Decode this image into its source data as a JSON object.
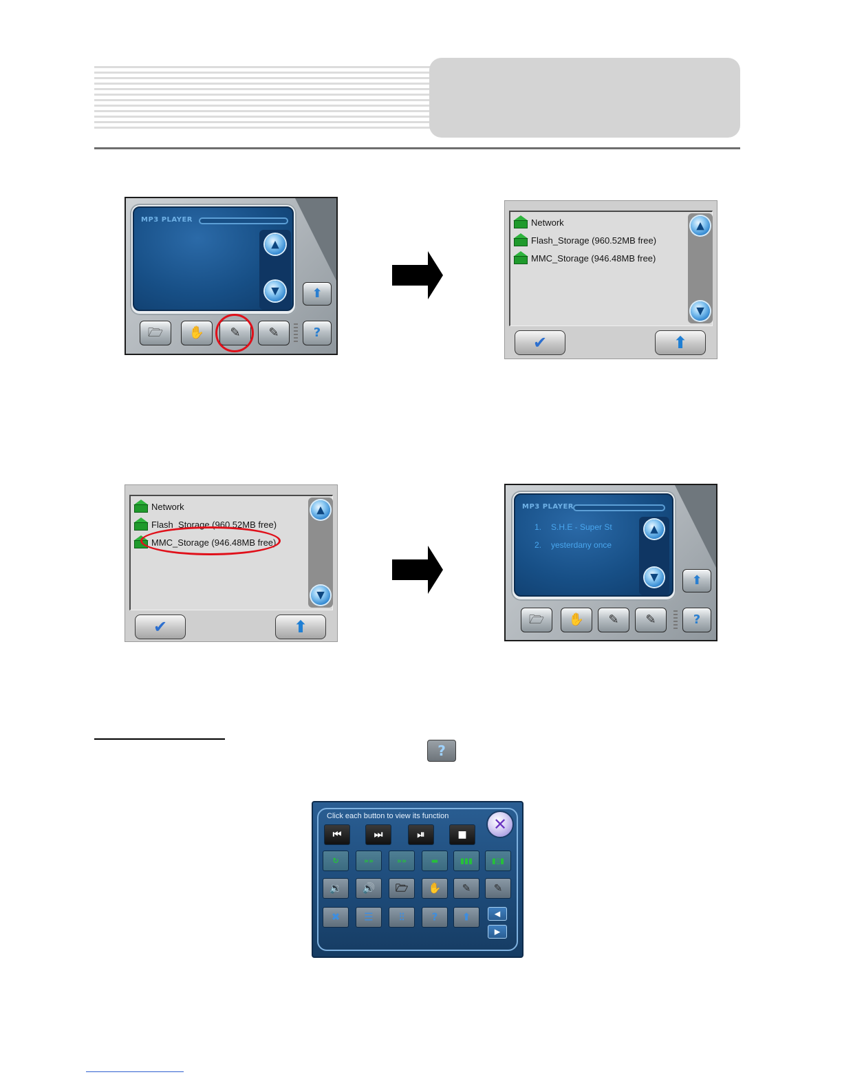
{
  "mp3_player": {
    "title": "MP3 PLAYER",
    "songs": [
      "1.",
      "S.H.E - Super St",
      "2.",
      "yesterdany once"
    ],
    "scroll_up_icon": "up-arrow-icon",
    "scroll_down_icon": "down-arrow-icon",
    "toolbar_icons": [
      "open-folder-icon",
      "hand-icon",
      "notes-icon",
      "notes-icon",
      "help-icon",
      "up-level-icon"
    ]
  },
  "storage_list": {
    "items": [
      "Network",
      "Flash_Storage (960.52MB free)",
      "MMC_Storage (946.48MB free)"
    ],
    "ok_icon": "checkmark-icon",
    "up_icon": "up-level-icon"
  },
  "help_panel": {
    "caption": "Click each button to view its function",
    "close_icon": "close-icon",
    "row1": [
      "⏮",
      "⏭",
      "⏯",
      "■"
    ],
    "row2": [
      "↻",
      "»»",
      "»»",
      "▬",
      "▮▮▮",
      "▮▯▮"
    ],
    "row3_icons": [
      "volume-down-icon",
      "volume-up-icon",
      "open-folder-icon",
      "hand-icon",
      "notes-icon",
      "notes-icon"
    ],
    "row4_icons": [
      "shuffle-icon",
      "playlist-icon",
      "equalizer-icon",
      "help-icon",
      "up-level-icon"
    ]
  },
  "colors": {
    "screen_blue": "#174f86",
    "folder_green": "#1f9a2c",
    "highlight_red": "#e0101a"
  }
}
